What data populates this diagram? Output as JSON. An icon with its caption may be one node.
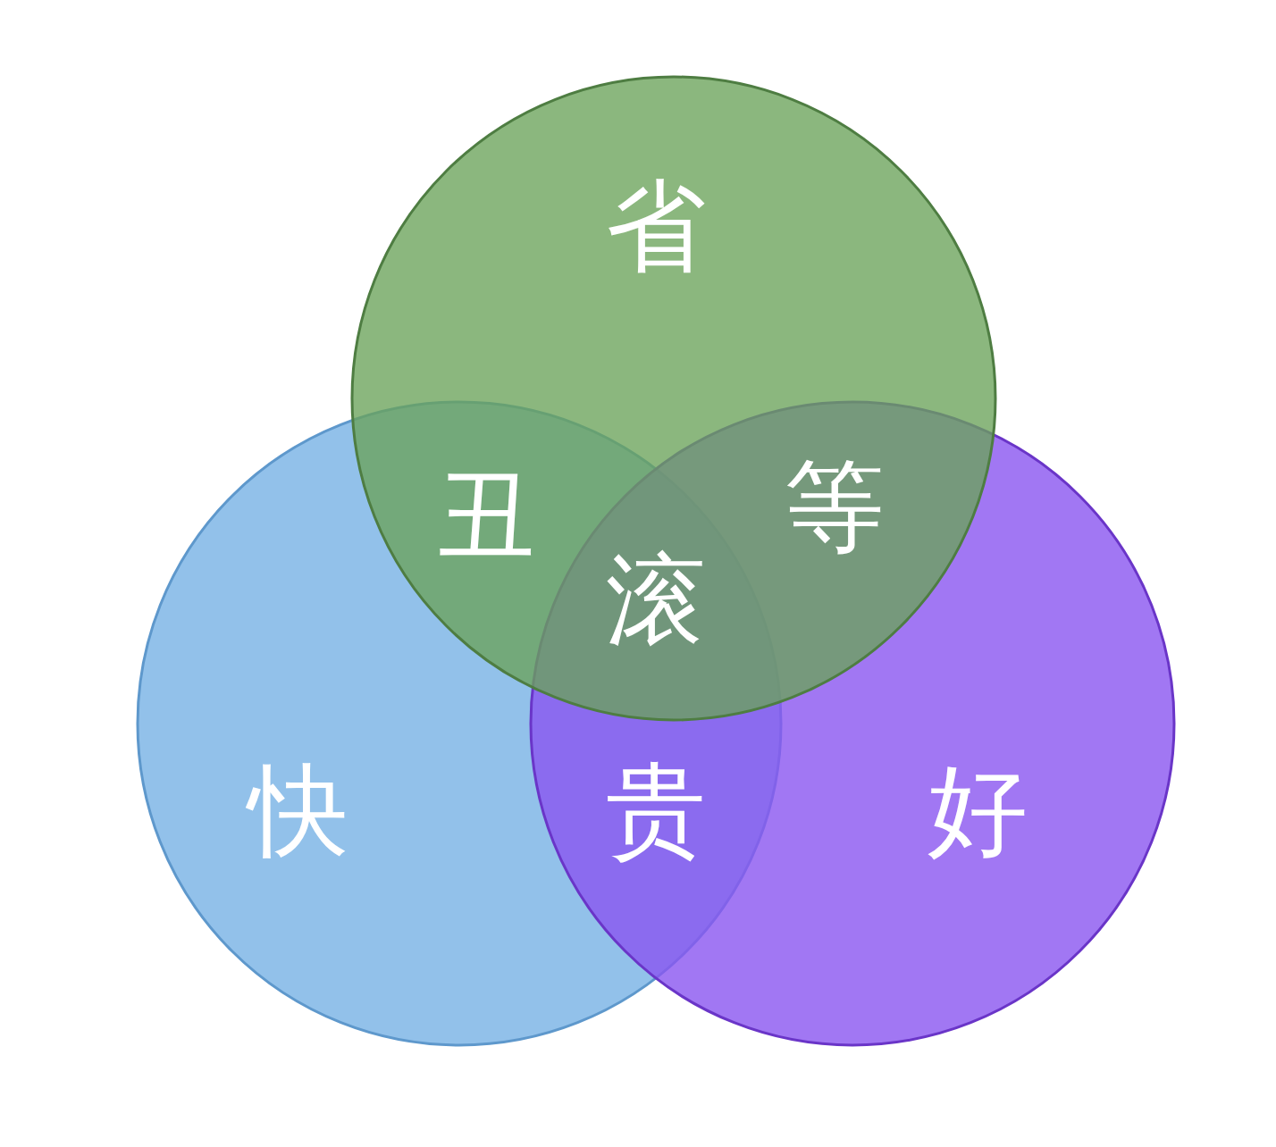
{
  "diagram": {
    "nodes": [
      {
        "text": [
          "省"
        ]
      },
      {
        "text": [
          "快"
        ]
      },
      {
        "text": [
          "好"
        ]
      }
    ],
    "labels": [
      "丑",
      "等",
      "滚",
      "贵"
    ]
  }
}
